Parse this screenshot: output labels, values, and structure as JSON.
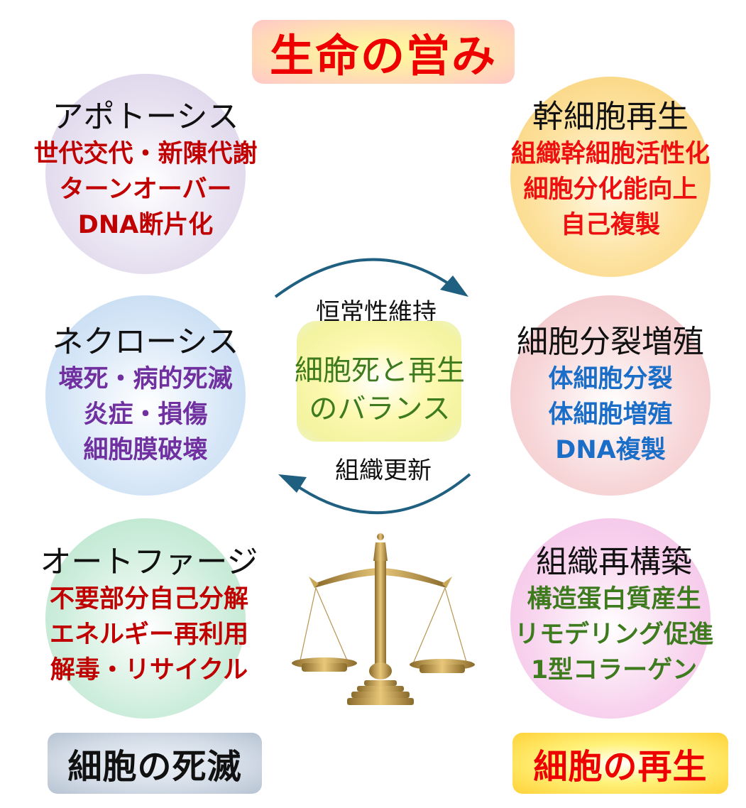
{
  "title": "生命の営み",
  "colors": {
    "title_text": "#ee0000",
    "arrow": "#1f5f80",
    "center_text": "#3e7b1f"
  },
  "circles": {
    "apoptosis": {
      "heading": "アポトーシス",
      "lines": [
        "世代交代・新陳代謝",
        "ターンオーバー",
        "DNA断片化"
      ],
      "text_color": "#c00000",
      "bg": "lavender"
    },
    "stem_cell": {
      "heading": "幹細胞再生",
      "lines": [
        "組織幹細胞活性化",
        "細胞分化能向上",
        "自己複製"
      ],
      "text_color": "#ee1010",
      "bg": "orange"
    },
    "necrosis": {
      "heading": "ネクローシス",
      "lines": [
        "壊死・病的死滅",
        "炎症・損傷",
        "細胞膜破壊"
      ],
      "text_color": "#7030a0",
      "bg": "light-blue"
    },
    "cell_division": {
      "heading": "細胞分裂増殖",
      "lines": [
        "体細胞分裂",
        "体細胞増殖",
        "DNA複製"
      ],
      "text_color": "#1a6ec8",
      "bg": "pink"
    },
    "autophagy": {
      "heading": "オートファージ",
      "lines": [
        "不要部分自己分解",
        "エネルギー再利用",
        "解毒・リサイクル"
      ],
      "text_color": "#c00000",
      "bg": "mint"
    },
    "tissue_rebuild": {
      "heading": "組織再構築",
      "lines": [
        "構造蛋白質産生",
        "リモデリング促進",
        "1型コラーゲン"
      ],
      "text_color": "#3e7b1f",
      "bg": "magenta"
    }
  },
  "center": {
    "top_label": "恒常性維持",
    "lines": [
      "細胞死と再生",
      "のバランス"
    ],
    "bottom_label": "組織更新"
  },
  "icons": {
    "cycle_arrows": "circular-arrow-icon",
    "balance_scale": "balance-scale-icon"
  },
  "bottom": {
    "left_label": "細胞の死滅",
    "right_label": "細胞の再生"
  }
}
